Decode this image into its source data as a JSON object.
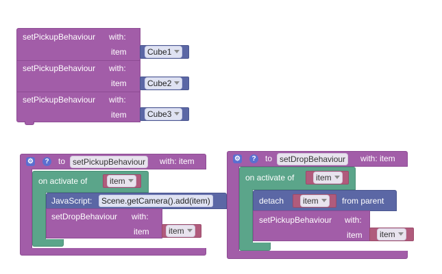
{
  "top_stack": [
    {
      "label": "setPickupBehaviour",
      "with": "with:",
      "param": "item",
      "value": "Cube1"
    },
    {
      "label": "setPickupBehaviour",
      "with": "with:",
      "param": "item",
      "value": "Cube2"
    },
    {
      "label": "setPickupBehaviour",
      "with": "with:",
      "param": "item",
      "value": "Cube3"
    }
  ],
  "proc_left": {
    "to": "to",
    "name": "setPickupBehaviour",
    "with": "with: item",
    "event_label": "on activate of",
    "event_var": "item",
    "js_label": "JavaScript:",
    "js_code": "Scene.getCamera().add(item)",
    "call_label": "setDropBehaviour",
    "call_with": "with:",
    "call_param": "item",
    "call_var": "item"
  },
  "proc_right": {
    "to": "to",
    "name": "setDropBehaviour",
    "with": "with: item",
    "event_label": "on activate of",
    "event_var": "item",
    "detach_label": "detach",
    "detach_var": "item",
    "from_parent": "from parent",
    "call_label": "setPickupBehaviour",
    "call_with": "with:",
    "call_param": "item",
    "call_var": "item"
  },
  "icons": {
    "gear": "gear-icon",
    "help": "help-icon",
    "dropdown": "dropdown-arrow-icon"
  },
  "colors": {
    "procedure": "#a25da8",
    "event": "#5ba58a",
    "object": "#5b67a5",
    "variable": "#b05b7c"
  }
}
